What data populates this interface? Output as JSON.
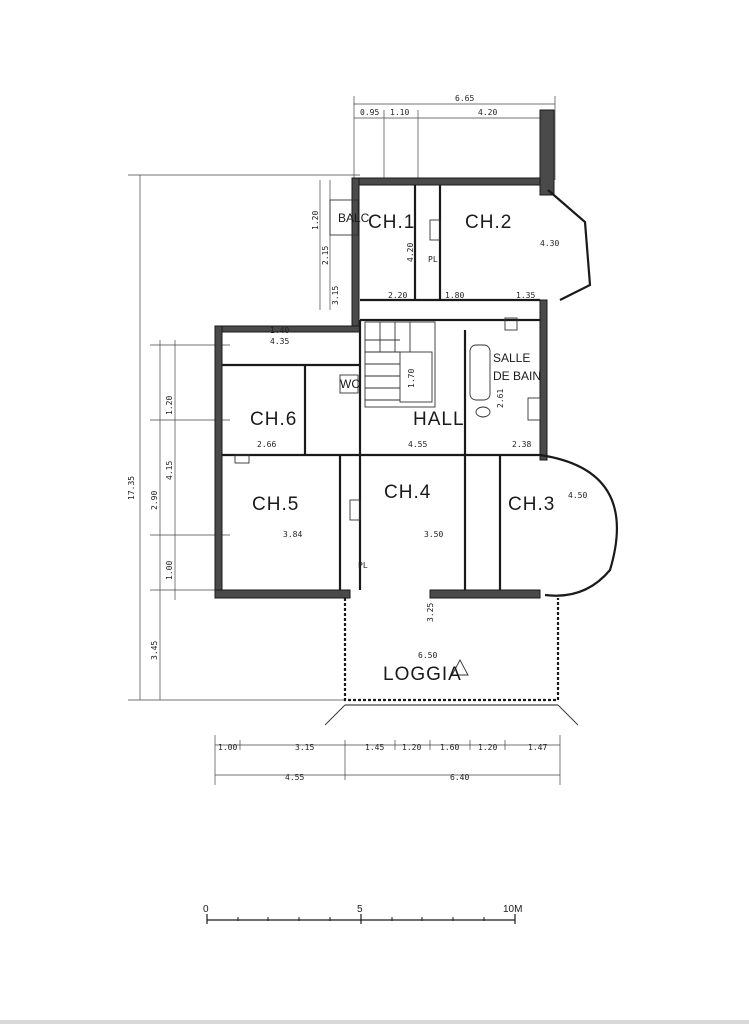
{
  "rooms": {
    "ch1": "CH.1",
    "ch2": "CH.2",
    "ch3": "CH.3",
    "ch4": "CH.4",
    "ch5": "CH.5",
    "ch6": "CH.6",
    "balc": "BALC",
    "hall": "HALL",
    "salle": "SALLE",
    "de_bain": "DE BAIN",
    "loggia": "LOGGIA",
    "wc": "WC",
    "pl": "PL"
  },
  "dimensions": {
    "top_total": "6.65",
    "top_a": "0.95",
    "top_b": "1.10",
    "top_c": "4.20",
    "left_total": "17.35",
    "left_a": "2.90",
    "left_b": "4.15",
    "left_c": "3.45",
    "left_d": "1.20",
    "left_e": "1.00",
    "upper_a": "1.20",
    "upper_b": "3.15",
    "upper_c": "2.15",
    "ch1_h": "4.20",
    "ch2_w": "4.30",
    "ch3_r": "4.50",
    "ch3_w": "2.38",
    "ch4_w": "3.50",
    "ch5_w": "3.84",
    "ch6_w": "2.66",
    "hall_w": "4.55",
    "corr_a": "4.35",
    "corr_b": "1.40",
    "corr_c": "1.70",
    "bath_h": "2.61",
    "loggia_w": "6.50",
    "loggia_h": "3.25",
    "r2_20": "2.20",
    "r1_80": "1.80",
    "r1_35": "1.35",
    "b_a": "1.00",
    "b_b": "3.15",
    "b_c": "1.45",
    "b_d": "1.20",
    "b_e": "1.60",
    "b_f": "1.20",
    "b_g": "1.47",
    "b_total_left": "4.55",
    "b_total_right": "6.40"
  },
  "scale": {
    "zero": "0",
    "five": "5",
    "ten": "10M"
  }
}
